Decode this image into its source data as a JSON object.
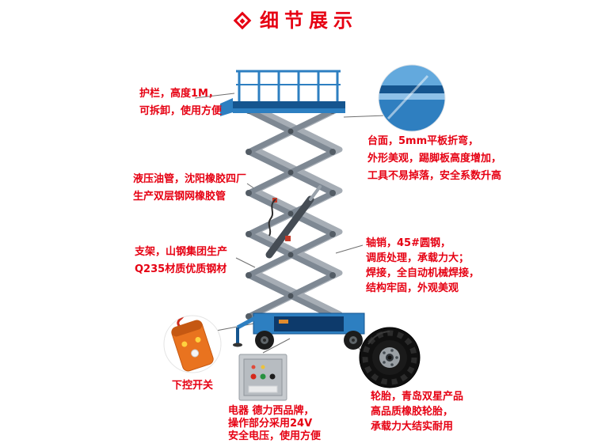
{
  "page": {
    "title": "细节展示"
  },
  "colors": {
    "accent": "#e60012",
    "lift_blue": "#2d7fc1",
    "lift_blue_dark": "#15558f",
    "steel_gray": "#7e8893",
    "remote_orange": "#e9731f"
  },
  "callouts": {
    "guardrail": {
      "lines": [
        "护栏，高度1M，",
        "可拆卸，使用方便"
      ]
    },
    "hose": {
      "lines": [
        "液压油管，沈阳橡胶四厂",
        "生产双层钢网橡胶管"
      ]
    },
    "bracket": {
      "lines": [
        "支架，山钢集团生产",
        "Q235材质优质钢材"
      ]
    },
    "remote": {
      "label": "下控开关"
    },
    "platform": {
      "lines": [
        "台面，5mm平板折弯，",
        "外形美观，踢脚板高度增加，",
        "工具不易掉落，安全系数升高"
      ]
    },
    "pin": {
      "lines": [
        "轴销，45#圆钢，",
        "调质处理，承载力大；",
        "焊接，全自动机械焊接，",
        "结构牢固，外观美观"
      ]
    },
    "tire": {
      "lines": [
        "轮胎，青岛双星产品",
        "高品质橡胶轮胎，",
        "承载力大结实耐用"
      ]
    },
    "electric": {
      "lines": [
        "电器 德力西品牌，",
        "操作部分采用24V",
        "安全电压，使用方便"
      ]
    }
  }
}
